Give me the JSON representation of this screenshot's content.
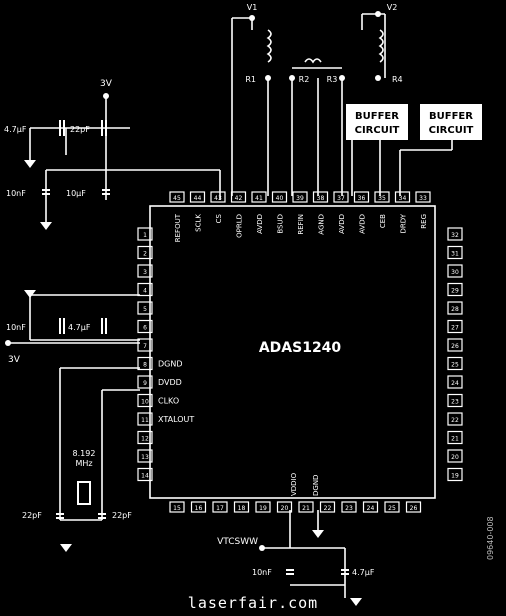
{
  "chip": {
    "name": "ADAS1240",
    "top_pins": [
      "45",
      "44",
      "43",
      "42",
      "41",
      "40",
      "39",
      "38",
      "37",
      "36",
      "35",
      "34",
      "33"
    ],
    "top_pin_labels": [
      "REFOUT",
      "SCLK",
      "CS",
      "OPRLD",
      "AVDD",
      "BSUD",
      "REFIN",
      "AGND",
      "AVDD",
      "AVDD",
      "CEB",
      "DRDY",
      "REG"
    ],
    "left_pins": [
      "1",
      "2",
      "3",
      "4",
      "5",
      "6",
      "7",
      "8",
      "9",
      "10",
      "11",
      "12",
      "13",
      "14"
    ],
    "left_pin_labels": {
      "8": "DGND",
      "9": "DVDD",
      "10": "CLKO",
      "11": "XTALOUT"
    },
    "right_pins": [
      "32",
      "31",
      "30",
      "29",
      "28",
      "27",
      "26",
      "25",
      "24",
      "23",
      "22",
      "21",
      "20",
      "19"
    ],
    "bottom_pins": [
      "15",
      "16",
      "17",
      "18",
      "19",
      "20",
      "21",
      "22",
      "23",
      "24",
      "25",
      "26"
    ],
    "bottom_pin_labels": [
      "VDDIO",
      "DGND"
    ]
  },
  "labels": {
    "supply_top": "3V",
    "supply_left": "3V",
    "supply_ext": "VTCSWW",
    "res_left": "R1",
    "res_mid_a": "R2",
    "res_mid_b": "R3",
    "res_right": "R4",
    "top_left_node": "V1",
    "top_right_node": "V2",
    "buffer_1": "BUFFER\nCIRCUIT",
    "buffer_2": "BUFFER\nCIRCUIT",
    "crystal": "8.192\nMHz"
  },
  "capacitors": {
    "c1": "4.7µF",
    "c2": "22pF",
    "c3": "10nF",
    "c4": "10µF",
    "c5": "10nF",
    "c6": "4.7µF",
    "c7": "22pF",
    "c8": "22pF",
    "c9": "10nF",
    "c10": "4.7µF"
  },
  "footer": "laserfair.com",
  "figure_id": "09640-008"
}
